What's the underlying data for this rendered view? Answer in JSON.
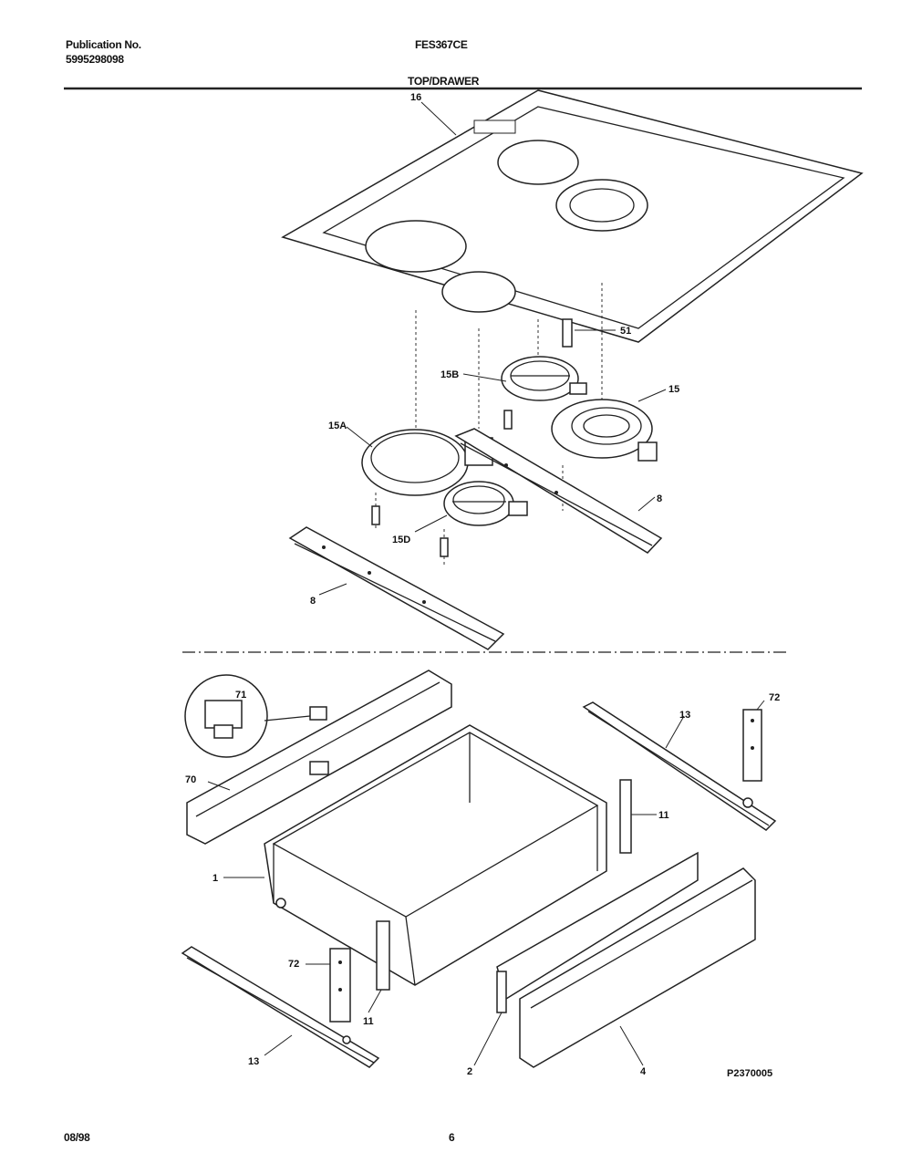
{
  "header": {
    "publication_label": "Publication No.",
    "publication_number": "5995298098",
    "model": "FES367CE",
    "section_title": "TOP/DRAWER"
  },
  "footer": {
    "date": "08/98",
    "page": "6"
  },
  "callouts": {
    "c16": "16",
    "c51": "51",
    "c15b": "15B",
    "c15": "15",
    "c15a": "15A",
    "c15d": "15D",
    "c8a": "8",
    "c8b": "8",
    "c71": "71",
    "c70": "70",
    "c72a": "72",
    "c13a": "13",
    "c11a": "11",
    "c1": "1",
    "c72b": "72",
    "c11b": "11",
    "c13b": "13",
    "c2": "2",
    "c4": "4",
    "ref": "P2370005"
  }
}
